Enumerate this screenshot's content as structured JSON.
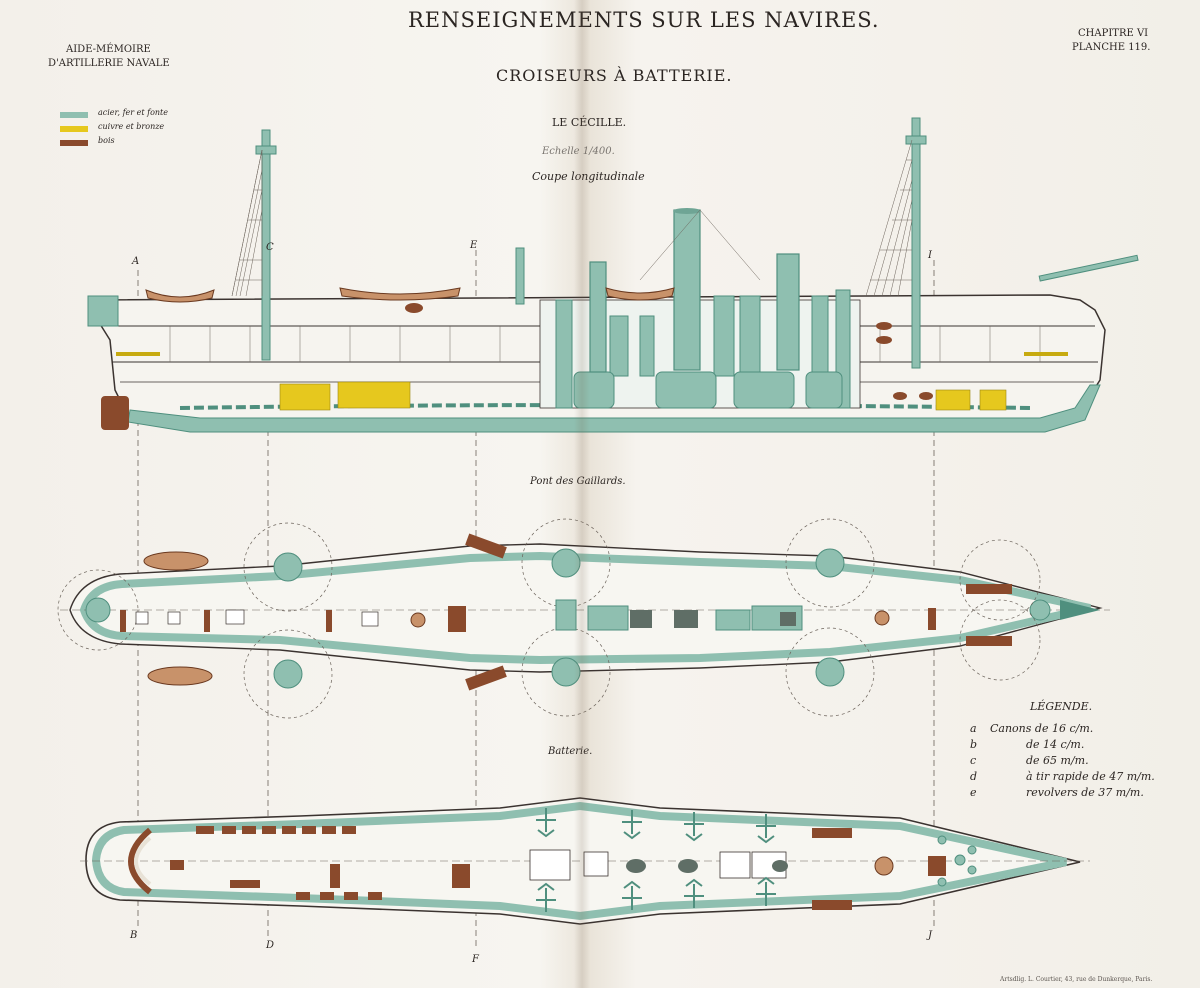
{
  "header": {
    "title": "RENSEIGNEMENTS SUR LES NAVIRES.",
    "aide_memoire_1": "AIDE-MÉMOIRE",
    "aide_memoire_2": "D'ARTILLERIE NAVALE",
    "chapitre": "CHAPITRE VI",
    "planche": "PLANCHE 119."
  },
  "plate": {
    "subtitle": "CROISEURS À BATTERIE.",
    "ship_name": "LE CÉCILLE.",
    "echelle": "Echelle 1/400.",
    "section_long": "Coupe longitudinale",
    "section_deck": "Pont des Gaillards.",
    "section_batterie": "Batterie."
  },
  "materials_key": [
    {
      "label": "acier, fer et fonte",
      "color": "#8fbfb0"
    },
    {
      "label": "cuivre et bronze",
      "color": "#e6c81e"
    },
    {
      "label": "bois",
      "color": "#8a4a2c"
    }
  ],
  "legend": {
    "title": "LÉGENDE.",
    "items": [
      {
        "key": "a",
        "text": "Canons de 16 c/m."
      },
      {
        "key": "b",
        "text": "de 14 c/m."
      },
      {
        "key": "c",
        "text": "de 65 m/m."
      },
      {
        "key": "d",
        "text": "à tir rapide de 47 m/m."
      },
      {
        "key": "e",
        "text": "revolvers de 37 m/m."
      }
    ]
  },
  "section_letters": {
    "A": "A",
    "B": "B",
    "C": "C",
    "D": "D",
    "E": "E",
    "F": "F",
    "I": "I",
    "J": "J"
  },
  "colors": {
    "steel": "#8fbfb0",
    "steel_dark": "#4f8f7e",
    "brass": "#e6c81e",
    "wood": "#8a4a2c",
    "boat": "#c8926a",
    "ink": "#2b2522"
  },
  "imprint": "Artsdlig. L. Courtier, 43, rue de Dunkerque, Paris."
}
